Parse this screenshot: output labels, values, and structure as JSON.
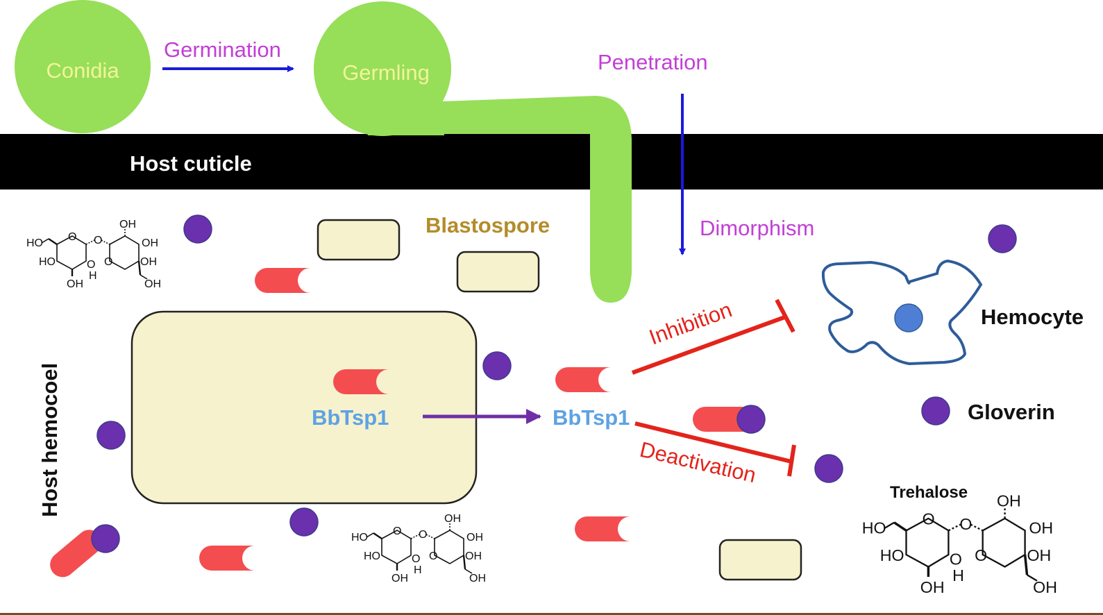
{
  "stages": {
    "conidia": "Conidia",
    "germling": "Germling",
    "germination": "Germination",
    "penetration": "Penetration",
    "dimorphism": "Dimorphism",
    "blastospore": "Blastospore"
  },
  "regions": {
    "host_cuticle": "Host cuticle",
    "host_hemocoel": "Host hemocoel"
  },
  "protein": {
    "intracellular": "BbTsp1",
    "secreted": "BbTsp1"
  },
  "effects": {
    "inhibition": "Inhibition",
    "deactivation": "Deactivation"
  },
  "legend": {
    "hemocyte": "Hemocyte",
    "gloverin": "Gloverin",
    "trehalose": "Trehalose"
  },
  "chemistry": {
    "labels": [
      "HO",
      "O",
      "O",
      "OH",
      "OH",
      "HO",
      "O",
      "H",
      "OH",
      "O",
      "OH",
      "OH"
    ]
  },
  "colors": {
    "fungus_green": "#97de59",
    "cell_label": "#f2f59a",
    "process_magenta": "#c23fd6",
    "arrow_blue": "#1a1adb",
    "cuticle_black": "#000000",
    "blastospore_fill": "#f6f2cd",
    "blastospore_label": "#b38c2a",
    "protein_red": "#f44d50",
    "protein_label": "#5ea2e3",
    "gloverin_purple": "#6b30ad",
    "hemocyte_outline": "#2e5c9a",
    "hemocyte_nucleus": "#4f7fd4",
    "inhibit_red": "#e3241c",
    "secretion_arrow": "#6f2fa6"
  }
}
